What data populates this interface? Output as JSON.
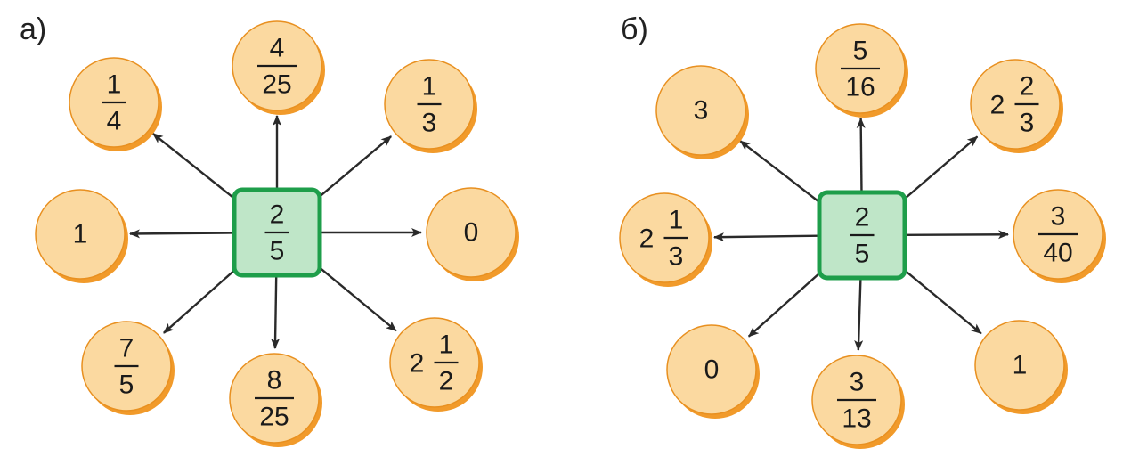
{
  "colors": {
    "circle_fill": "#fbd9a0",
    "circle_shadow": "#f19a2a",
    "circle_stroke": "#e89020",
    "center_fill": "#bfe6c8",
    "center_stroke": "#1e9e4a",
    "arrow": "#2a2a2a",
    "text": "#1a1a1a"
  },
  "diagrams": [
    {
      "label": "а)",
      "center": {
        "num": "2",
        "den": "5"
      },
      "nodes": [
        {
          "direction": "up",
          "num": "4",
          "den": "25"
        },
        {
          "direction": "up-right",
          "num": "1",
          "den": "3"
        },
        {
          "direction": "right",
          "value": "0"
        },
        {
          "direction": "down-right",
          "whole": "2",
          "num": "1",
          "den": "2"
        },
        {
          "direction": "down",
          "num": "8",
          "den": "25"
        },
        {
          "direction": "down-left",
          "num": "7",
          "den": "5"
        },
        {
          "direction": "left",
          "value": "1"
        },
        {
          "direction": "up-left",
          "num": "1",
          "den": "4"
        }
      ]
    },
    {
      "label": "б)",
      "center": {
        "num": "2",
        "den": "5"
      },
      "nodes": [
        {
          "direction": "up",
          "num": "5",
          "den": "16"
        },
        {
          "direction": "up-right",
          "whole": "2",
          "num": "2",
          "den": "3"
        },
        {
          "direction": "right",
          "num": "3",
          "den": "40"
        },
        {
          "direction": "down-right",
          "value": "1"
        },
        {
          "direction": "down",
          "num": "3",
          "den": "13"
        },
        {
          "direction": "down-left",
          "value": "0"
        },
        {
          "direction": "left",
          "whole": "2",
          "num": "1",
          "den": "3"
        },
        {
          "direction": "up-left",
          "value": "3"
        }
      ]
    }
  ]
}
